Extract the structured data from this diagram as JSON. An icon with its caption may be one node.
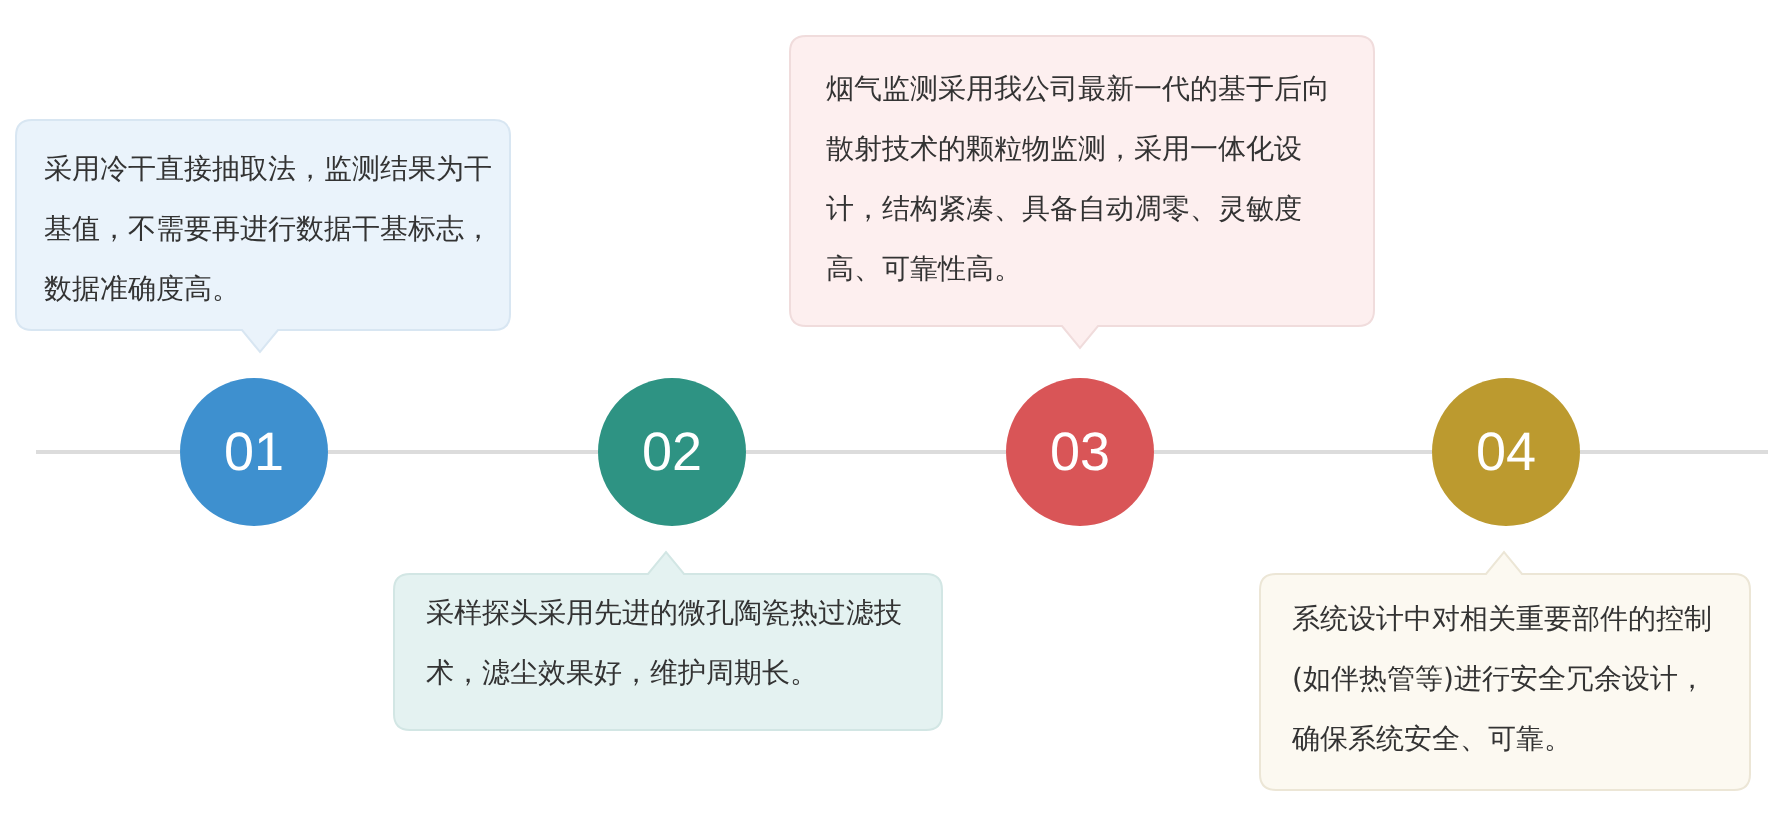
{
  "diagram": {
    "nodes": [
      {
        "text": [
          "01"
        ]
      },
      {
        "text": [
          "02"
        ]
      },
      {
        "text": [
          "03"
        ]
      },
      {
        "text": [
          "04"
        ]
      },
      {
        "text": [
          "采用冷干直接抽取法，监测结果为干基值，不需要再进行数据干基标志，数据准确度高。"
        ]
      },
      {
        "text": [
          "采样探头采用先进的微孔陶瓷热过滤技术，滤尘效果好，维护周期长。"
        ]
      },
      {
        "text": [
          "烟气监测采用我公司最新一代的基于后向散射技术的颗粒物监测，采用一体化设计，结构紧凑、具备自动凋零、灵敏度高、可靠性高。"
        ]
      },
      {
        "text": [
          "系统设计中对相关重要部件的控制(如伴热管等)进行安全冗余设计，确保系统安全、可靠。"
        ]
      }
    ],
    "edges": [
      {
        "from": 0,
        "to": 1,
        "arrow": "none"
      },
      {
        "from": 1,
        "to": 2,
        "arrow": "none"
      },
      {
        "from": 2,
        "to": 3,
        "arrow": "none"
      }
    ]
  }
}
